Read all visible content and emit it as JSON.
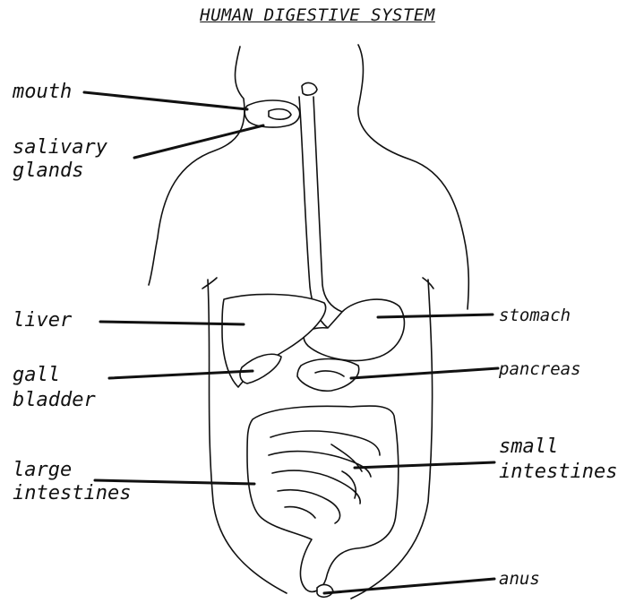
{
  "title": "HUMAN DIGESTIVE SYSTEM",
  "labels": {
    "mouth": "mouth",
    "salivary": "salivary",
    "glands": "glands",
    "liver": "liver",
    "gall": "gall",
    "bladder": "bladder",
    "large": "large",
    "large_intestines": "intestines",
    "stomach": "stomach",
    "pancreas": "pancreas",
    "small": "small",
    "small_intestines": "intestines",
    "anus": "anus"
  }
}
